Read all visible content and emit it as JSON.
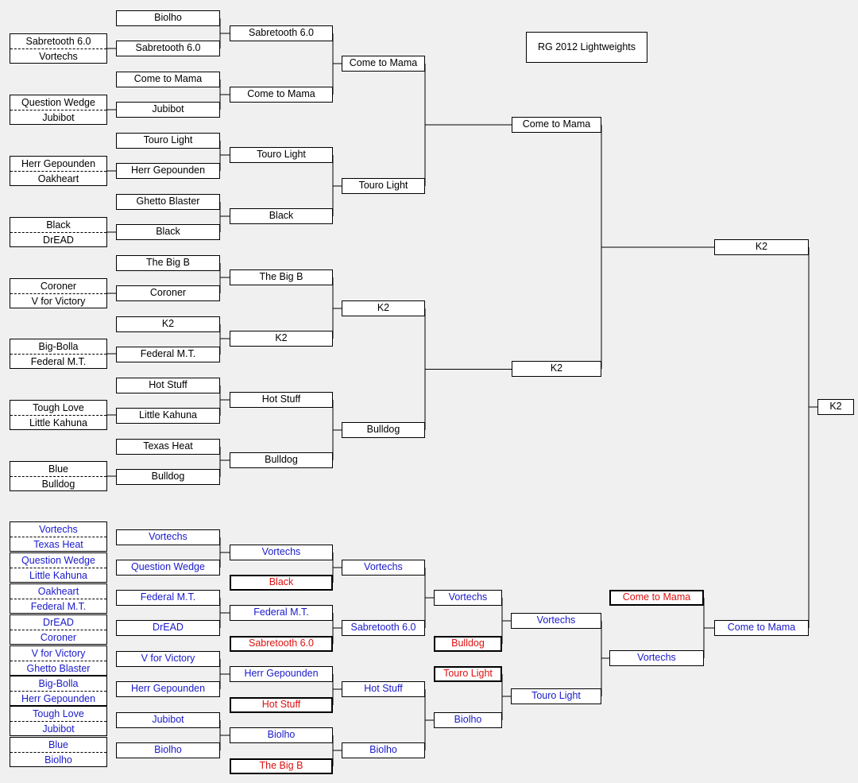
{
  "title": "RG 2012 Lightweights",
  "colors": {
    "winners": "#000000",
    "losers": "#1a1acc",
    "eliminated": "#dd1111",
    "background": "#f0f0f0"
  },
  "winners": {
    "round0": [
      [
        "Sabretooth 6.0",
        "Vortechs"
      ],
      [
        "Question Wedge",
        "Jubibot"
      ],
      [
        "Herr Gepounden",
        "Oakheart"
      ],
      [
        "Black",
        "DrEAD"
      ],
      [
        "Coroner",
        "V for Victory"
      ],
      [
        "Big-Bolla",
        "Federal M.T."
      ],
      [
        "Tough Love",
        "Little Kahuna"
      ],
      [
        "Blue",
        "Bulldog"
      ]
    ],
    "round1": [
      "Biolho",
      "Sabretooth 6.0",
      "Come to Mama",
      "Jubibot",
      "Touro Light",
      "Herr Gepounden",
      "Ghetto Blaster",
      "Black",
      "The Big B",
      "Coroner",
      "K2",
      "Federal M.T.",
      "Hot Stuff",
      "Little Kahuna",
      "Texas Heat",
      "Bulldog"
    ],
    "round2": [
      "Sabretooth 6.0",
      "Come to Mama",
      "Touro Light",
      "Black",
      "The Big B",
      "K2",
      "Hot Stuff",
      "Bulldog"
    ],
    "round3": [
      "Come to Mama",
      "Touro Light",
      "K2",
      "Bulldog"
    ],
    "round4": [
      "Come to Mama",
      "K2"
    ],
    "round5": "K2"
  },
  "losers": {
    "round0": [
      [
        "Vortechs",
        "Texas Heat"
      ],
      [
        "Question Wedge",
        "Little Kahuna"
      ],
      [
        "Oakheart",
        "Federal M.T."
      ],
      [
        "DrEAD",
        "Coroner"
      ],
      [
        "V for Victory",
        "Ghetto Blaster"
      ],
      [
        "Big-Bolla",
        "Herr Gepounden"
      ],
      [
        "Tough Love",
        "Jubibot"
      ],
      [
        "Blue",
        "Biolho"
      ]
    ],
    "round1": [
      "Vortechs",
      "Question Wedge",
      "Federal M.T.",
      "DrEAD",
      "V for Victory",
      "Herr Gepounden",
      "Jubibot",
      "Biolho"
    ],
    "round2": [
      "Vortechs",
      "Black",
      "Federal M.T.",
      "Sabretooth 6.0",
      "Herr Gepounden",
      "Hot Stuff",
      "Biolho",
      "The Big B"
    ],
    "round3": [
      "Vortechs",
      "Sabretooth 6.0",
      "Hot Stuff",
      "Biolho"
    ],
    "round4": [
      "Vortechs",
      "Bulldog",
      "Touro Light",
      "Biolho"
    ],
    "round5": [
      "Vortechs",
      "Touro Light"
    ],
    "round6": [
      "Come to Mama",
      "Vortechs"
    ],
    "round7": "Come to Mama"
  },
  "final": "K2"
}
